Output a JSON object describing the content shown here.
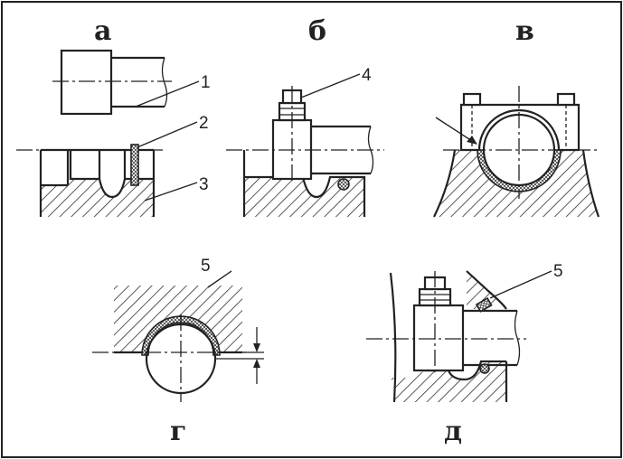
{
  "panels": {
    "a": {
      "letter": "а"
    },
    "b": {
      "letter": "б"
    },
    "v": {
      "letter": "в"
    },
    "g": {
      "letter": "г"
    },
    "d": {
      "letter": "д"
    }
  },
  "callouts": {
    "c1": "1",
    "c2": "2",
    "c3": "3",
    "c4": "4",
    "c5_g": "5",
    "c5_d": "5"
  }
}
